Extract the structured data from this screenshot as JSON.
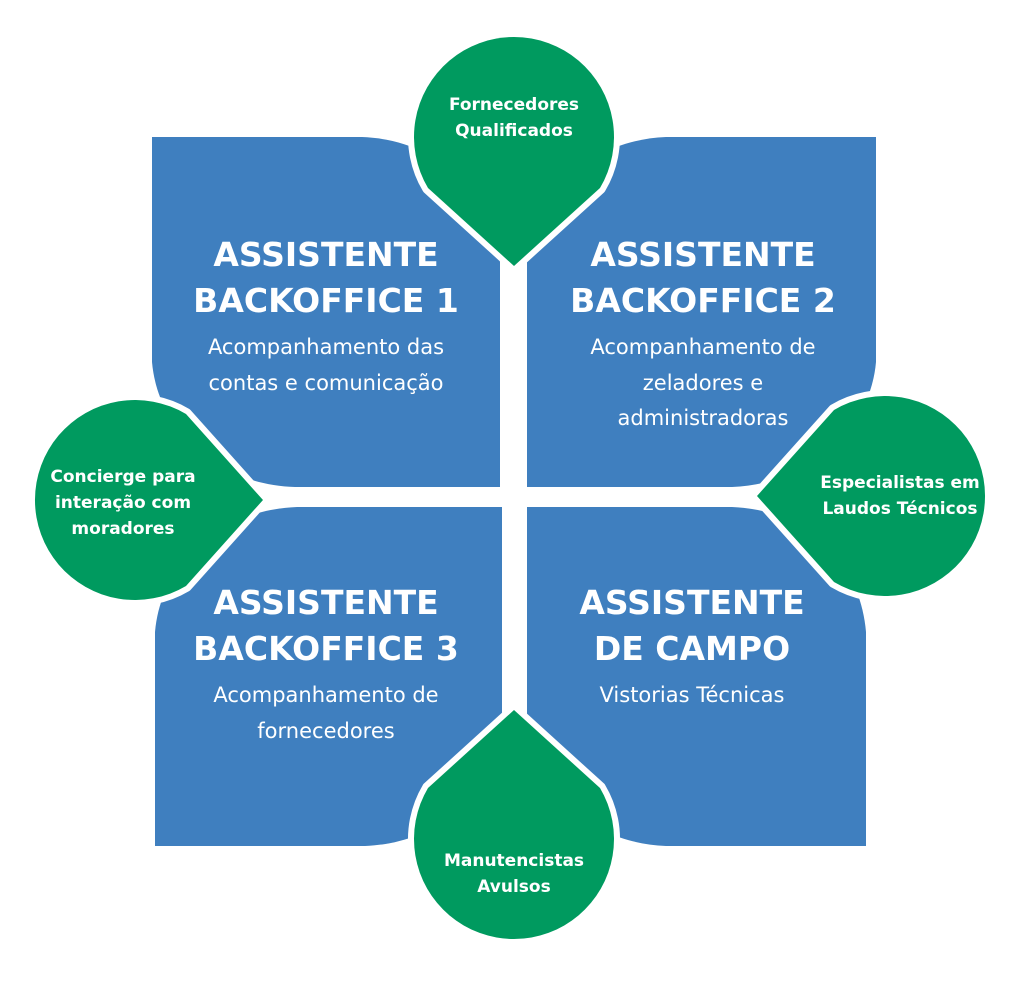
{
  "colors": {
    "quadrant": "#3f7fbf",
    "drop": "#009a5f",
    "outline": "#ffffff",
    "text": "#ffffff"
  },
  "quadrants": [
    {
      "title_line1": "ASSISTENTE",
      "title_line2": "BACKOFFICE 1",
      "desc": [
        "Acompanhamento das",
        "contas e comunicação"
      ]
    },
    {
      "title_line1": "ASSISTENTE",
      "title_line2": "BACKOFFICE 2",
      "desc": [
        "Acompanhamento de",
        "zeladores e",
        "administradoras"
      ]
    },
    {
      "title_line1": "ASSISTENTE",
      "title_line2": "BACKOFFICE 3",
      "desc": [
        "Acompanhamento de",
        "fornecedores"
      ]
    },
    {
      "title_line1": "ASSISTENTE",
      "title_line2": "DE CAMPO",
      "desc": [
        "Vistorias Técnicas"
      ]
    }
  ],
  "drops": {
    "top": [
      "Fornecedores",
      "Qualificados"
    ],
    "left": [
      "Concierge para",
      "interação com",
      "moradores"
    ],
    "right": [
      "Especialistas em",
      "Laudos Técnicos"
    ],
    "bottom": [
      "Manutencistas",
      "Avulsos"
    ]
  }
}
